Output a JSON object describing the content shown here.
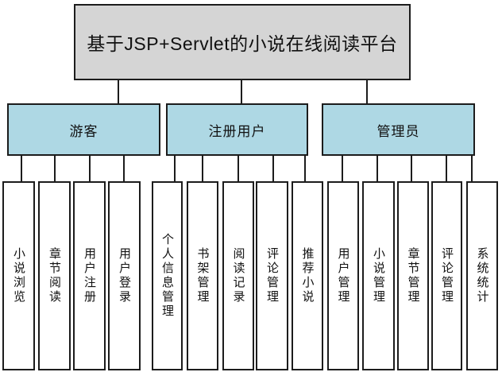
{
  "diagram": {
    "root_label": "基于JSP+Servlet的小说在线阅读平台",
    "branches": [
      {
        "label": "游客",
        "children": [
          "小说浏览",
          "章节阅读",
          "用户注册",
          "用户登录"
        ]
      },
      {
        "label": "注册用户",
        "children": [
          "个人信息管理",
          "书架管理",
          "阅读记录",
          "评论管理",
          "推荐小说"
        ]
      },
      {
        "label": "管理员",
        "children": [
          "用户管理",
          "小说管理",
          "章节管理",
          "评论管理",
          "系统统计"
        ]
      }
    ],
    "colors": {
      "background": "#ffffff",
      "root_fill": "#d5d5d5",
      "branch_fill": "#aed8e4",
      "leaf_fill": "#ffffff",
      "border": "#1c1c1c"
    }
  }
}
